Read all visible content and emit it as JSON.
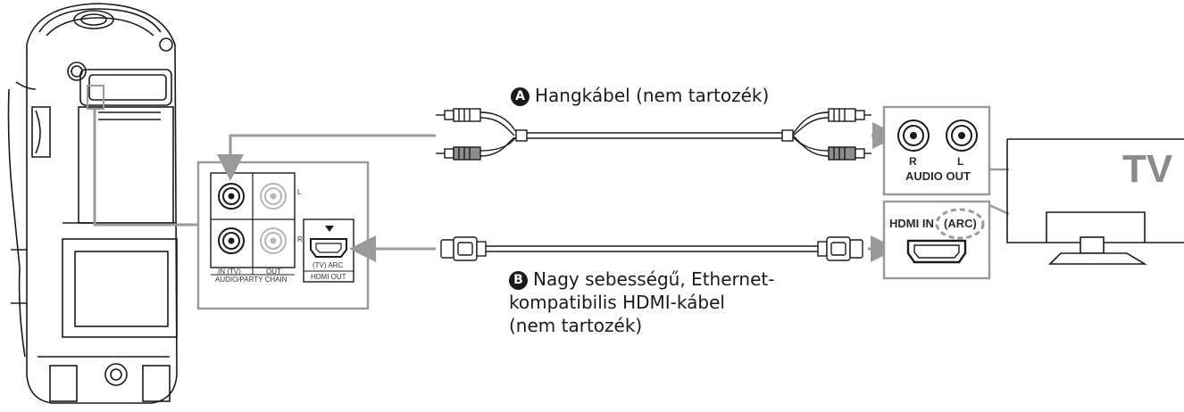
{
  "cable_a": {
    "badge": "A",
    "label": "Hangkábel (nem tartozék)"
  },
  "cable_b": {
    "badge": "B",
    "line1": "Nagy sebességű, Ethernet-",
    "line2": "kompatibilis HDMI-kábel",
    "line3": "(nem tartozék)"
  },
  "speaker_panel": {
    "in_tv": "IN (TV)",
    "out": "OUT",
    "audio_party_chain": "AUDIO/PARTY CHAIN",
    "l": "L",
    "r": "R",
    "tv_arc": "(TV) ARC",
    "hdmi_out": "HDMI OUT"
  },
  "tv_panel": {
    "r": "R",
    "l": "L",
    "audio_out": "AUDIO OUT",
    "hdmi_in": "HDMI IN",
    "arc": "(ARC)",
    "tv": "TV"
  },
  "colors": {
    "arrow_gray": "#9a9a9a",
    "line_dark": "#1a1a1a"
  }
}
